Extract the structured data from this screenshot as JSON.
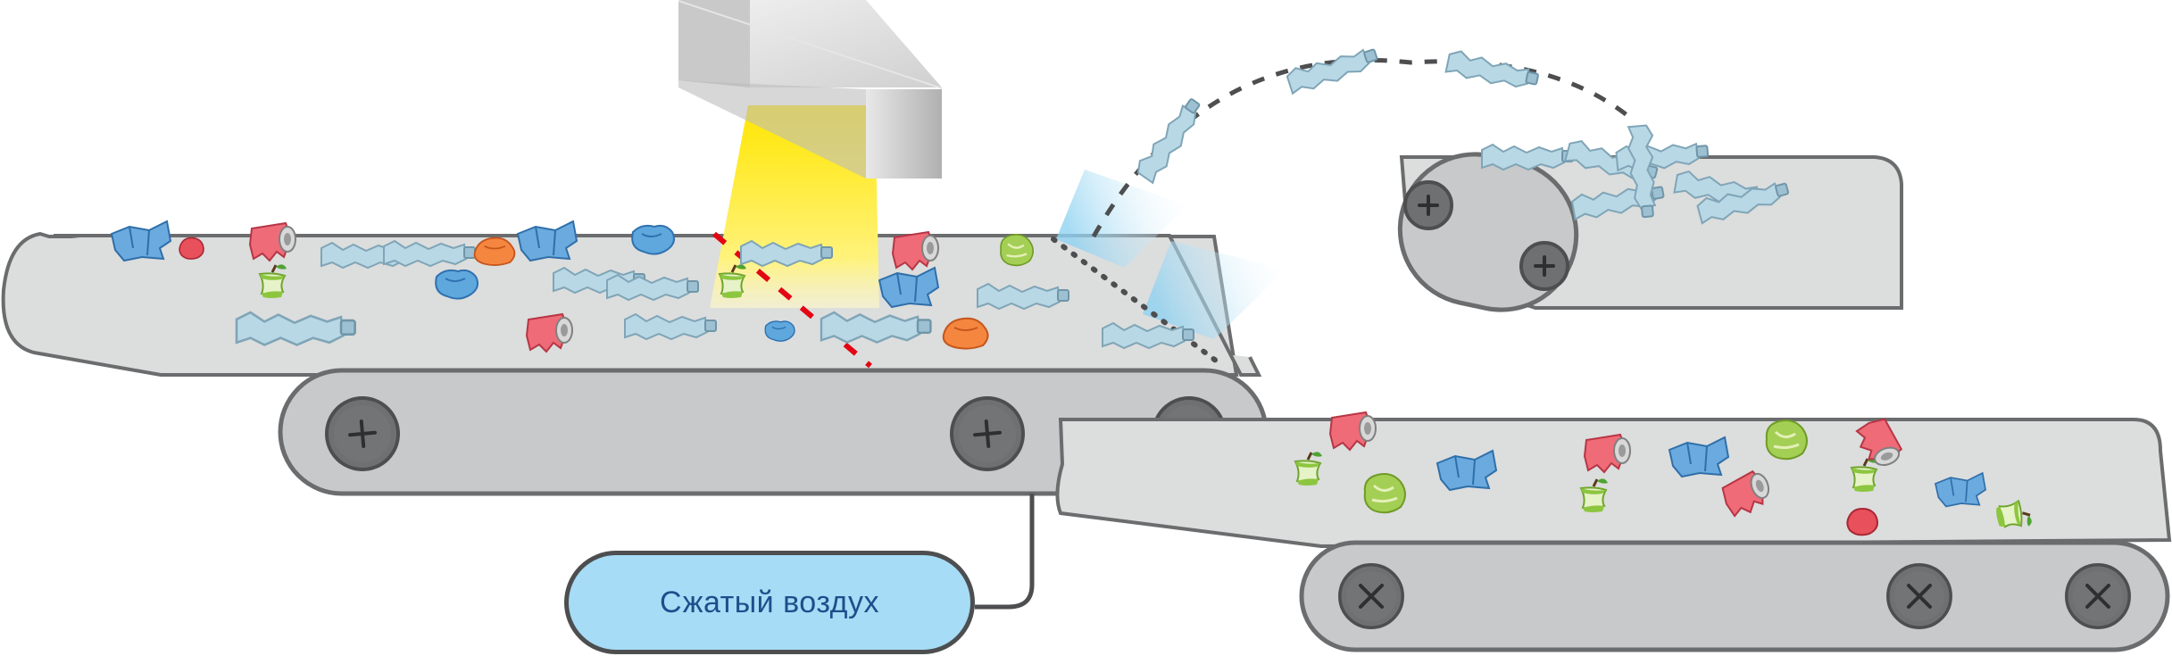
{
  "diagram": {
    "label": "Сжатый воздух"
  },
  "colors": {
    "belt_surface": "#dcdddd",
    "belt_body": "#c8c9ca",
    "outline": "#4d4e50",
    "sensor_light": "#ffe000",
    "air_blast": "#a6dcf5",
    "laser": "#e30613",
    "label_fill": "#a6dcf5",
    "label_text": "#1d4f8c"
  },
  "icons": [
    "sensor-camera",
    "roller-icon",
    "plastic-bottle",
    "soda-can",
    "apple-core",
    "crumpled-bag",
    "milk-carton",
    "cabbage"
  ]
}
